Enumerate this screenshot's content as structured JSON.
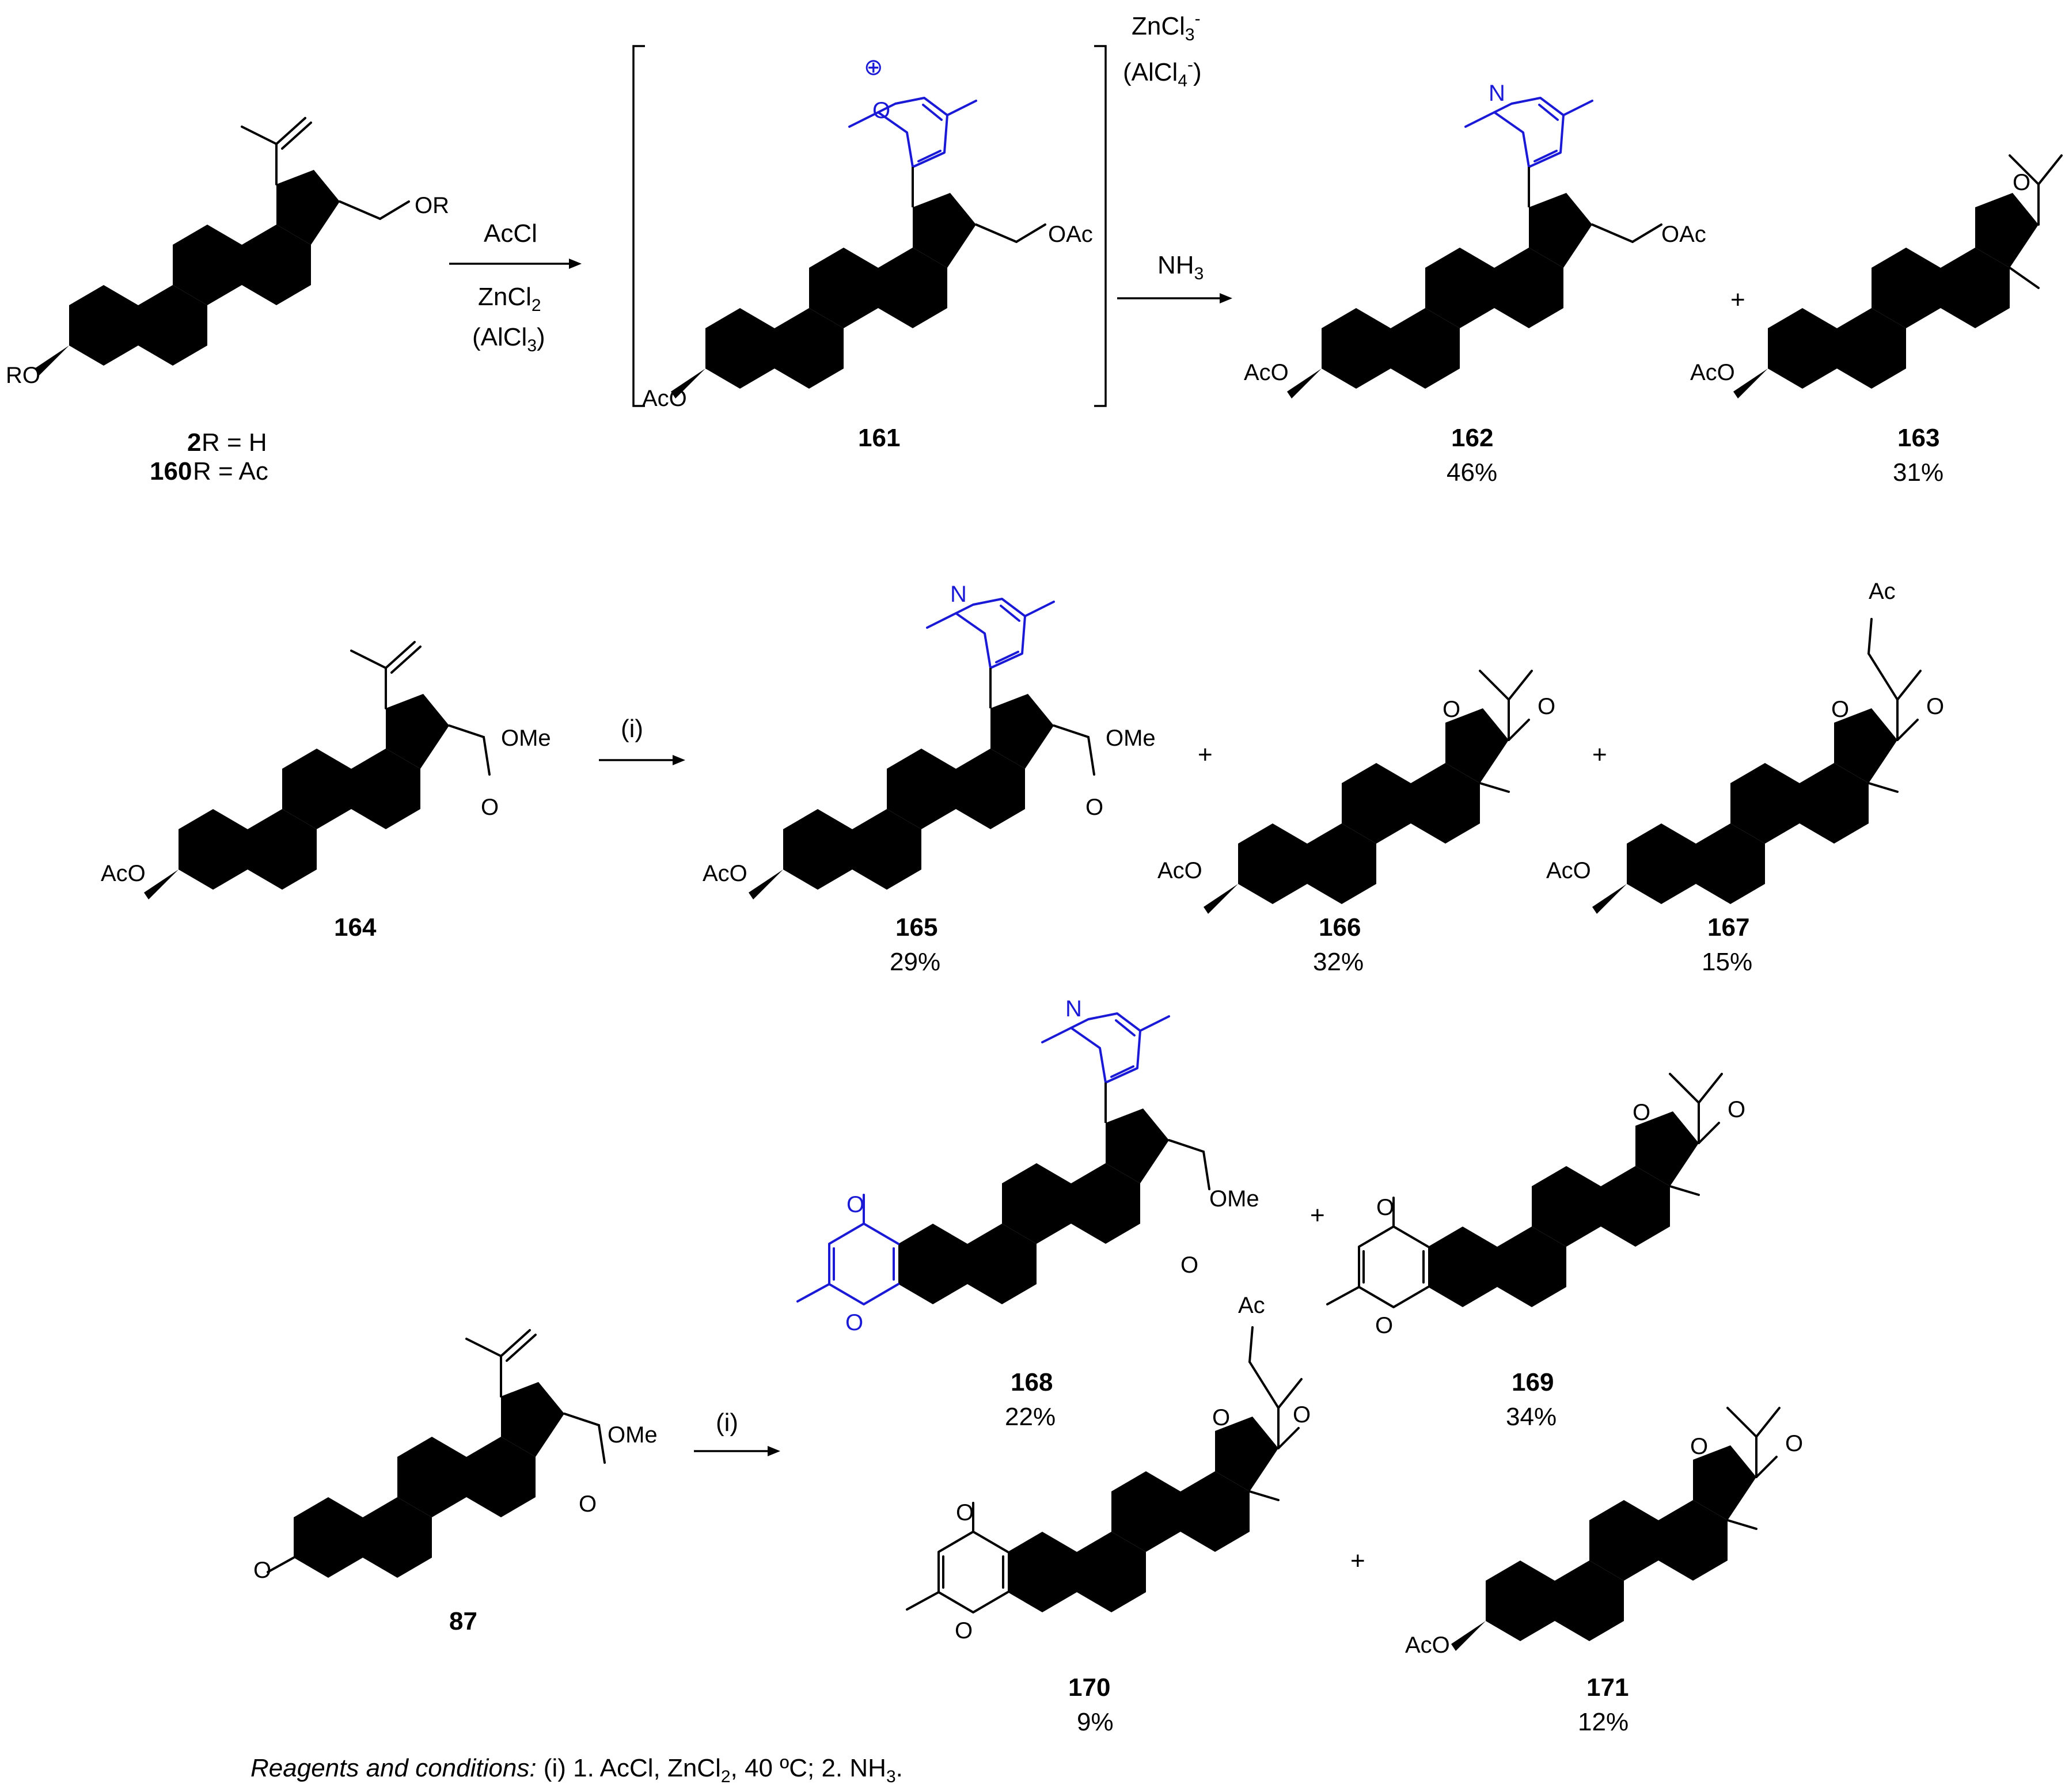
{
  "reaction1": {
    "start_labels": [
      "2",
      " R = H",
      "160",
      " R = Ac"
    ],
    "arrow1_top": "AcCl",
    "arrow1_bottom_1": "ZnCl",
    "arrow1_bottom_1_sub": "2",
    "arrow1_bottom_2": "(AlCl",
    "arrow1_bottom_2_sub": "3",
    "arrow1_bottom_2_end": ")",
    "counterion_1": "ZnCl",
    "counterion_1_sub": "3",
    "counterion_1_sup": "-",
    "counterion_2": "(AlCl",
    "counterion_2_sub": "4",
    "counterion_2_sup": "-",
    "counterion_2_end": ")",
    "intermediate": "161",
    "arrow2_top": "NH",
    "arrow2_top_sub": "3",
    "products": [
      {
        "id": "162",
        "yield": "46%"
      },
      {
        "id": "163",
        "yield": "31%"
      }
    ]
  },
  "reaction2": {
    "start": "164",
    "arrow": "(i)",
    "products": [
      {
        "id": "165",
        "yield": "29%"
      },
      {
        "id": "166",
        "yield": "32%"
      },
      {
        "id": "167",
        "yield": "15%"
      }
    ]
  },
  "reaction3": {
    "start": "87",
    "arrow": "(i)",
    "products": [
      {
        "id": "168",
        "yield": "22%"
      },
      {
        "id": "169",
        "yield": "34%"
      },
      {
        "id": "170",
        "yield": "9%"
      },
      {
        "id": "171",
        "yield": "12%"
      }
    ]
  },
  "atoms": {
    "RO": "RO",
    "OR": "OR",
    "AcO": "AcO",
    "OAc": "OAc",
    "OMe": "OMe",
    "O": "O",
    "N": "N",
    "Ac": "Ac",
    "plus": "+",
    "charge": "⊕"
  },
  "footnote": {
    "italic": "Reagents and conditions:",
    "text1": " (i) 1. AcCl, ZnCl",
    "sub1": "2",
    "text2": ", 40 ºC; 2. NH",
    "sub2": "3",
    "text3": "."
  },
  "colors": {
    "highlight": "#1a1ad6",
    "ink": "#000000"
  }
}
